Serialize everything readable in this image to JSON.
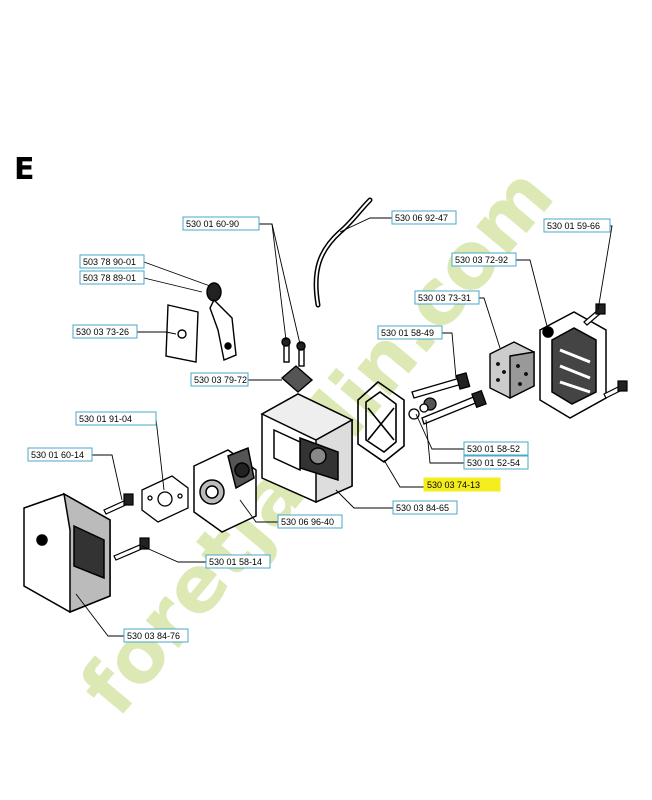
{
  "section_letter": "E",
  "watermark": {
    "text": "foretjardin.com",
    "color": "#d6e6a8",
    "accent": "#cdbfae"
  },
  "colors": {
    "label_border": "#4aa8c8",
    "highlight": "#f5ee1e",
    "line": "#000000"
  },
  "part_labels": [
    {
      "id": "p1",
      "text": "530 01 60-90"
    },
    {
      "id": "p2",
      "text": "530 06 92-47"
    },
    {
      "id": "p3",
      "text": "530 01 59-66"
    },
    {
      "id": "p4",
      "text": "530 03 72-92"
    },
    {
      "id": "p5",
      "text": "503 78 90-01"
    },
    {
      "id": "p6",
      "text": "503 78 89-01"
    },
    {
      "id": "p7",
      "text": "530 03 73-31"
    },
    {
      "id": "p8",
      "text": "530 03 73-26"
    },
    {
      "id": "p9",
      "text": "530 01 58-49"
    },
    {
      "id": "p10",
      "text": "530 03 79-72"
    },
    {
      "id": "p11",
      "text": "530 01 91-04"
    },
    {
      "id": "p12",
      "text": "530 01 58-52"
    },
    {
      "id": "p13",
      "text": "530 01 52-54"
    },
    {
      "id": "p14",
      "text": "530 01 60-14"
    },
    {
      "id": "p15",
      "text": "530 03 74-13",
      "highlighted": true
    },
    {
      "id": "p16",
      "text": "530 03 84-65"
    },
    {
      "id": "p17",
      "text": "530 06 96-40"
    },
    {
      "id": "p18",
      "text": "530 01 58-14"
    },
    {
      "id": "p19",
      "text": "530 03 84-76"
    }
  ]
}
